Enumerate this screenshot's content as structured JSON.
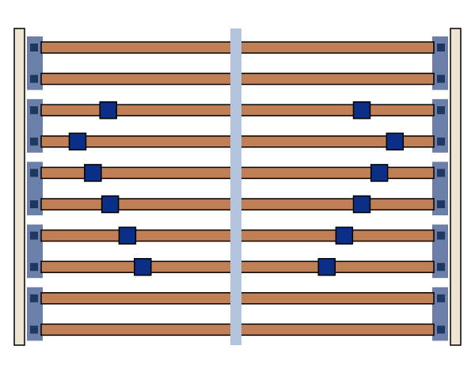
{
  "diagram": {
    "colors": {
      "background": "#ffffff",
      "frame_post": "#ede4d3",
      "frame_stroke": "#000000",
      "bracket": "#6b7fa8",
      "bracket_slot": "#1f3763",
      "bar": "#c07f54",
      "divider": "#b3c4df",
      "slider": "#0b2f86"
    },
    "rows": [
      {
        "id": "row-1",
        "left_slider": null,
        "right_slider": null
      },
      {
        "id": "row-2",
        "left_slider": null,
        "right_slider": null
      },
      {
        "id": "row-3",
        "left_slider": 0.35,
        "right_slider": 0.63
      },
      {
        "id": "row-4",
        "left_slider": 0.19,
        "right_slider": 0.8
      },
      {
        "id": "row-5",
        "left_slider": 0.27,
        "right_slider": 0.72
      },
      {
        "id": "row-6",
        "left_slider": 0.36,
        "right_slider": 0.63
      },
      {
        "id": "row-7",
        "left_slider": 0.45,
        "right_slider": 0.54
      },
      {
        "id": "row-8",
        "left_slider": 0.53,
        "right_slider": 0.45
      },
      {
        "id": "row-9",
        "left_slider": null,
        "right_slider": null
      },
      {
        "id": "row-10",
        "left_slider": null,
        "right_slider": null
      }
    ]
  }
}
